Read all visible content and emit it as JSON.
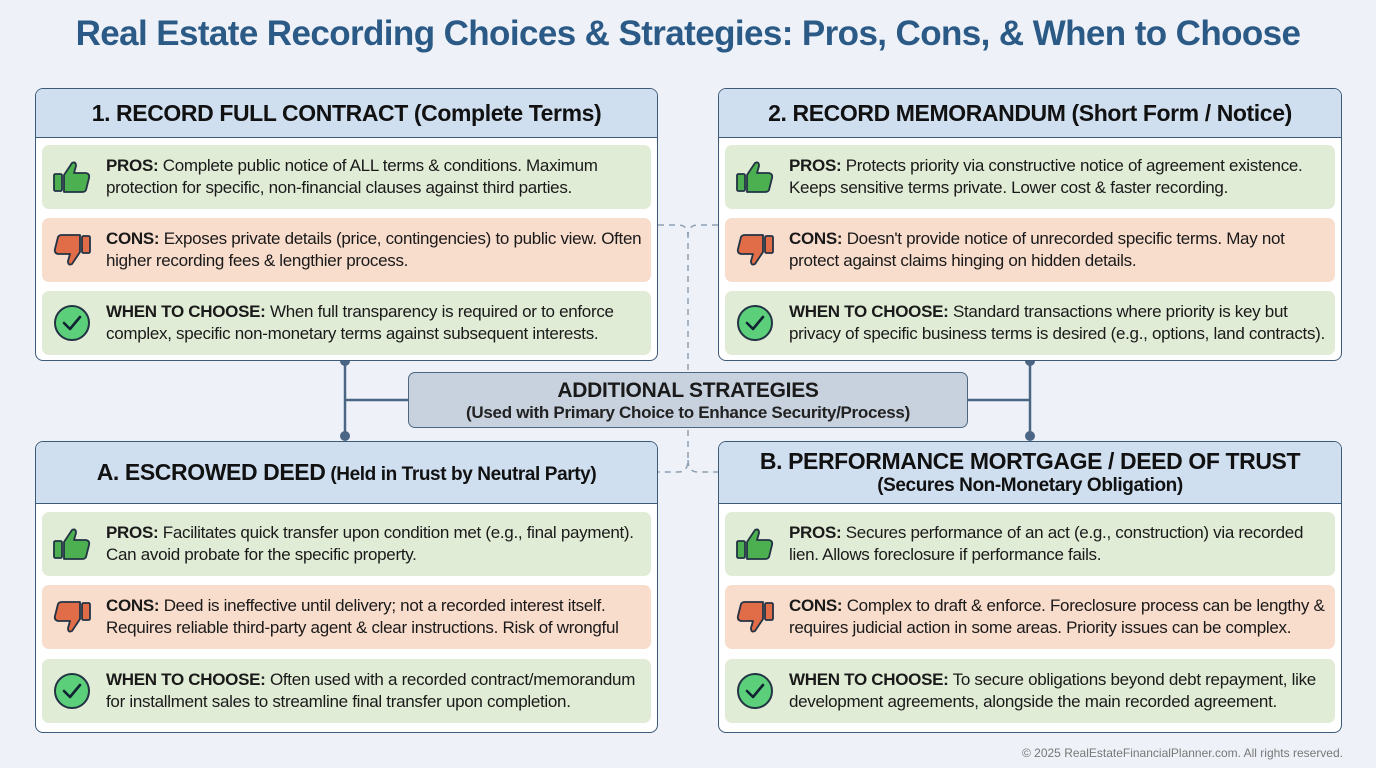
{
  "title": "Real Estate Recording Choices & Strategies: Pros, Cons, & When to Choose",
  "panels": [
    {
      "title": "1. RECORD FULL CONTRACT (Complete Terms)",
      "subtitle": "",
      "rows": [
        {
          "label": "PROS:",
          "text": " Complete public notice of ALL terms & conditions. Maximum protection for specific, non-financial clauses against third parties.",
          "icon": "thumbs-up-icon"
        },
        {
          "label": "CONS:",
          "text": " Exposes private details (price, contingencies) to public view. Often higher recording fees & lengthier process.",
          "icon": "thumbs-down-icon"
        },
        {
          "label": "WHEN TO CHOOSE:",
          "text": " When full transparency is required or to enforce complex, specific non-monetary terms against subsequent interests.",
          "icon": "check-circle-icon"
        }
      ]
    },
    {
      "title": "2. RECORD MEMORANDUM (Short Form / Notice)",
      "subtitle": "",
      "rows": [
        {
          "label": "PROS:",
          "text": " Protects priority via constructive notice of agreement existence. Keeps sensitive terms private. Lower cost & faster recording.",
          "icon": "thumbs-up-icon"
        },
        {
          "label": "CONS:",
          "text": " Doesn't provide notice of unrecorded specific terms. May not protect against claims hinging on hidden details.",
          "icon": "thumbs-down-icon"
        },
        {
          "label": "WHEN TO CHOOSE:",
          "text": " Standard transactions where priority is key but privacy of specific business terms is desired (e.g., options, land contracts).",
          "icon": "check-circle-icon"
        }
      ]
    },
    {
      "title": "A. ESCROWED DEED",
      "title_suffix": " (Held in Trust by Neutral Party)",
      "rows": [
        {
          "label": "PROS:",
          "text": " Facilitates quick transfer upon condition met (e.g., final payment). Can avoid probate for the specific property.",
          "icon": "thumbs-up-icon"
        },
        {
          "label": "CONS:",
          "text": " Deed is ineffective until delivery; not a recorded interest itself. Requires reliable third-party agent & clear instructions. Risk of wrongful",
          "icon": "thumbs-down-icon"
        },
        {
          "label": "WHEN TO CHOOSE:",
          "text": " Often used with a recorded contract/memorandum for installment sales to streamline final transfer upon completion.",
          "icon": "check-circle-icon"
        }
      ]
    },
    {
      "title": "B. PERFORMANCE MORTGAGE / DEED OF TRUST",
      "subtitle": "(Secures Non-Monetary Obligation)",
      "rows": [
        {
          "label": "PROS:",
          "text": " Secures performance of an act (e.g., construction) via recorded lien. Allows foreclosure if performance fails.",
          "icon": "thumbs-up-icon"
        },
        {
          "label": "CONS:",
          "text": " Complex to draft & enforce. Foreclosure process can be lengthy & requires judicial action in some areas. Priority issues can be complex.",
          "icon": "thumbs-down-icon"
        },
        {
          "label": "WHEN TO CHOOSE:",
          "text": " To secure obligations beyond debt repayment, like development agreements, alongside the main recorded agreement.",
          "icon": "check-circle-icon"
        }
      ]
    }
  ],
  "center": {
    "title": "ADDITIONAL STRATEGIES",
    "subtitle": "(Used with Primary Choice to Enhance Security/Process)"
  },
  "footer": "© 2025 RealEstateFinancialPlanner.com. All rights reserved.",
  "colors": {
    "title": "#2b5a86",
    "header": "#cfdff0",
    "pros": "#e1ecd6",
    "cons": "#f8dccc",
    "up": "#4caf50",
    "down": "#e06c48"
  }
}
